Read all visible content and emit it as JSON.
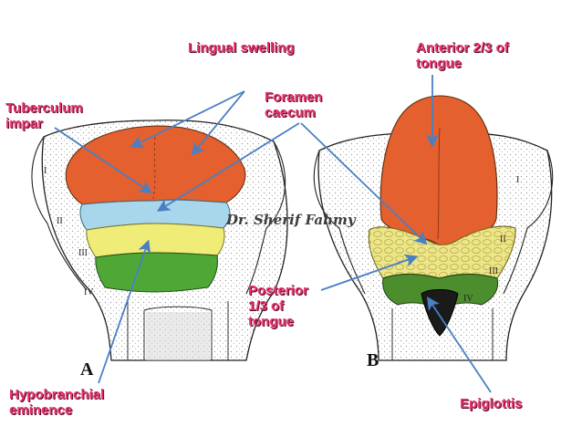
{
  "labels": {
    "lingual_swelling": "Lingual swelling",
    "anterior_tongue": [
      "Anterior 2/3 of",
      "tongue"
    ],
    "tuberculum_impar": [
      "Tuberculum",
      "impar"
    ],
    "foramen_caecum": [
      "Foramen",
      "caecum"
    ],
    "posterior_tongue": [
      "Posterior",
      "1/3 of",
      "tongue"
    ],
    "hypobranchial": [
      "Hypobranchial",
      "eminence"
    ],
    "epiglottis": "Epiglottis"
  },
  "panels": {
    "a": "A",
    "b": "B"
  },
  "signature": "Dr. Sherif Fahmy",
  "arch_numerals_a": [
    "I",
    "II",
    "III",
    "IV"
  ],
  "arch_numerals_b": [
    "I",
    "II",
    "III",
    "IV"
  ],
  "colors": {
    "lingual": "#e4602e",
    "tuberculum": "#a8d6ea",
    "copula": "#f0ec78",
    "hypobranchial": "#4fa836",
    "epiglottis": "#4c8e2e",
    "posterior": "#ede58a",
    "label": "#e8356f",
    "arrow": "#4a7fc4"
  }
}
